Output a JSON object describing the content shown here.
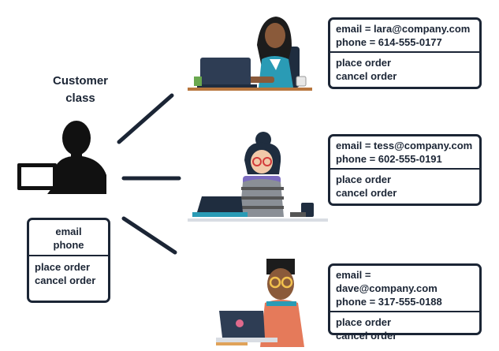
{
  "class_label": [
    "Customer",
    "class"
  ],
  "class_box": {
    "attributes": [
      "email",
      "phone"
    ],
    "operations": [
      "place order",
      "cancel order"
    ]
  },
  "objects": [
    {
      "attributes": [
        "email = lara@company.com",
        "phone = 614-555-0177"
      ],
      "operations": [
        "place order",
        "cancel order"
      ]
    },
    {
      "attributes": [
        "email = tess@company.com",
        "phone = 602-555-0191"
      ],
      "operations": [
        "place order",
        "cancel order"
      ]
    },
    {
      "attributes": [
        "email = dave@company.com",
        "phone = 317-555-0188"
      ],
      "operations": [
        "place order",
        "cancel order"
      ]
    }
  ],
  "icons": [
    "customer-silhouette-icon",
    "woman-with-laptop-illustration",
    "woman-with-tablet-illustration",
    "man-with-laptop-illustration"
  ],
  "colors": {
    "ink": "#1b2535",
    "accent_teal": "#2a9bb5",
    "accent_orange": "#e0a25a"
  }
}
